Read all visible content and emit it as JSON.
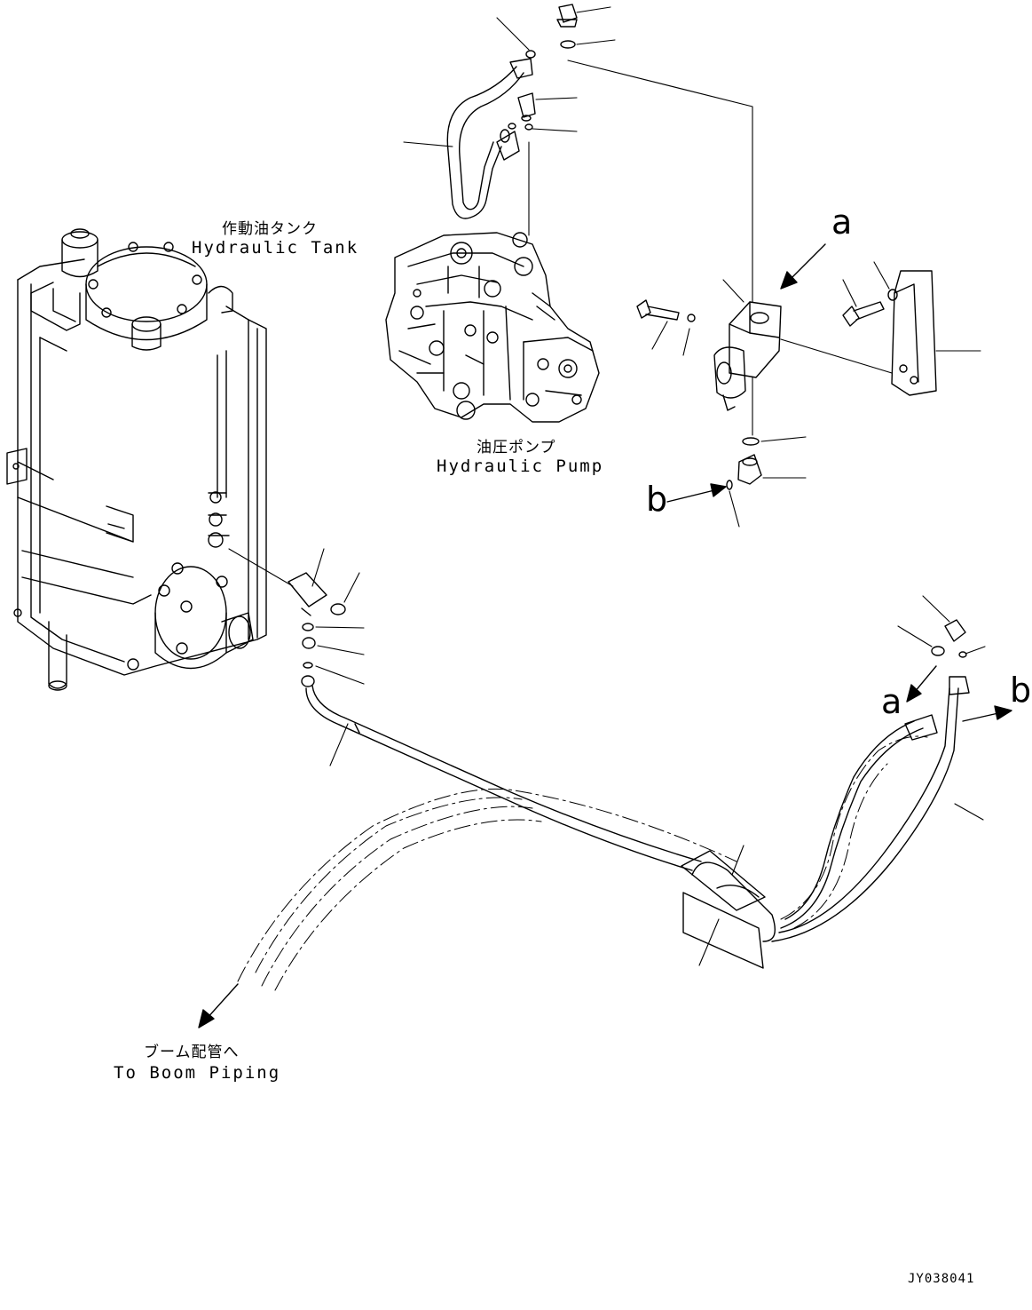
{
  "labels": {
    "tank_jp": "作動油タンク",
    "tank_en": "Hydraulic Tank",
    "pump_jp": "油圧ポンプ",
    "pump_en": "Hydraulic Pump",
    "boom_jp": "ブーム配管へ",
    "boom_en": "To Boom Piping"
  },
  "refs": {
    "a_top": "a",
    "b_left": "b",
    "a_lower": "a",
    "b_right": "b"
  },
  "drawing_code": "JY038041"
}
